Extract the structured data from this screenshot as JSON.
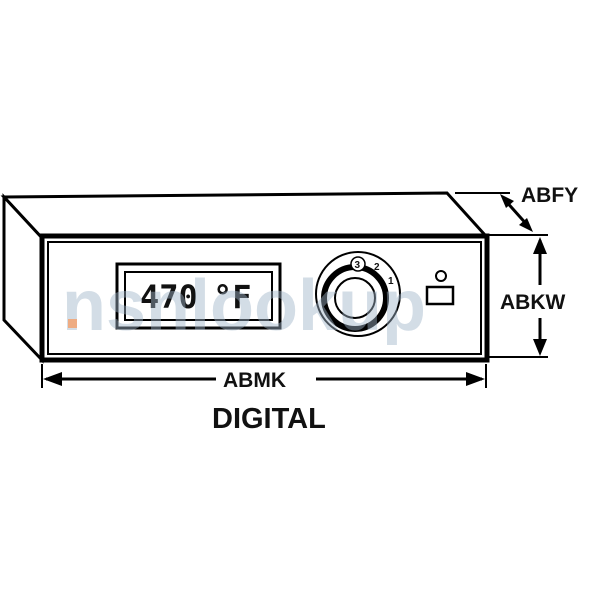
{
  "watermark": "nsnlookup",
  "display": {
    "digits": "470",
    "unit": "°F"
  },
  "dial": {
    "labels": [
      "3",
      "2",
      "1"
    ]
  },
  "dimensions": {
    "depth": "ABFY",
    "height": "ABKW",
    "width": "ABMK"
  },
  "caption": "DIGITAL"
}
